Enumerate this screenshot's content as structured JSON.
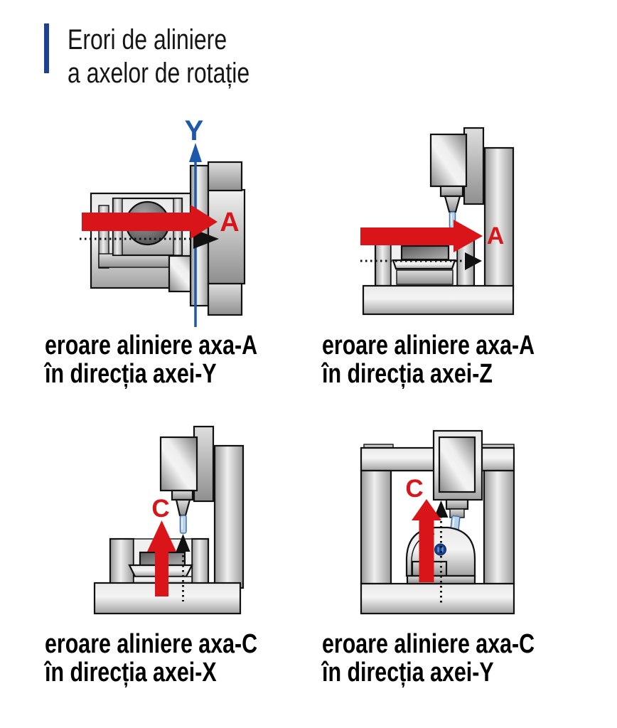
{
  "title": {
    "line1": "Erori de aliniere",
    "line2": "a axelor de rotație"
  },
  "colors": {
    "accent-blue": "#1e4191",
    "axis-blue": "#1e58ab",
    "arrow-red": "#d9151a",
    "pivot-blue": "#17418f",
    "tool-blue": "#b9d2ec"
  },
  "figures": [
    {
      "rotary_axis_label": "A",
      "linear_axis_label": "Y",
      "caption_line1": "eroare aliniere axa-A",
      "caption_line2": "în direcția axei-Y"
    },
    {
      "rotary_axis_label": "A",
      "caption_line1": "eroare aliniere axa-A",
      "caption_line2": "în direcția axei-Z"
    },
    {
      "rotary_axis_label": "C",
      "caption_line1": "eroare aliniere axa-C",
      "caption_line2": "în direcția axei-X"
    },
    {
      "rotary_axis_label": "C",
      "caption_line1": "eroare aliniere axa-C",
      "caption_line2": "în direcția axei-Y"
    }
  ]
}
